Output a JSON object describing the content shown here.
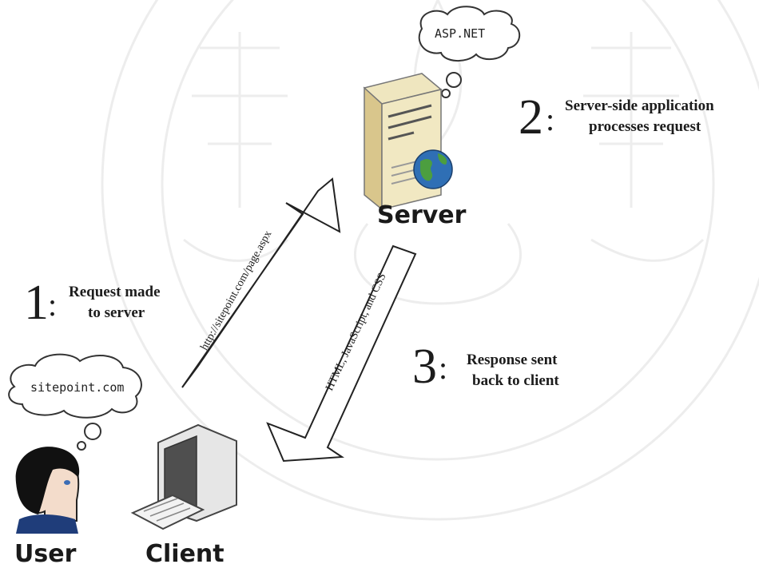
{
  "watermark": {
    "description": "faint circular university seal watermark behind the diagram"
  },
  "server": {
    "label": "Server",
    "bubble_text": "ASP.NET",
    "globe_color": "#2f6fb5"
  },
  "client": {
    "label": "Client"
  },
  "user": {
    "label": "User",
    "bubble_text": "sitepoint.com",
    "hair_color": "#111111",
    "shirt_color": "#1f3d7a"
  },
  "arrows": {
    "request_text": "http://sitepoint.com/page.aspx",
    "response_text": "HTML, JavaScript, and CSS"
  },
  "steps": [
    {
      "number": "1",
      "line1": "Request made",
      "line2": "to server"
    },
    {
      "number": "2",
      "line1": "Server-side application",
      "line2": "processes request"
    },
    {
      "number": "3",
      "line1": "Response sent",
      "line2": "back to client"
    }
  ]
}
